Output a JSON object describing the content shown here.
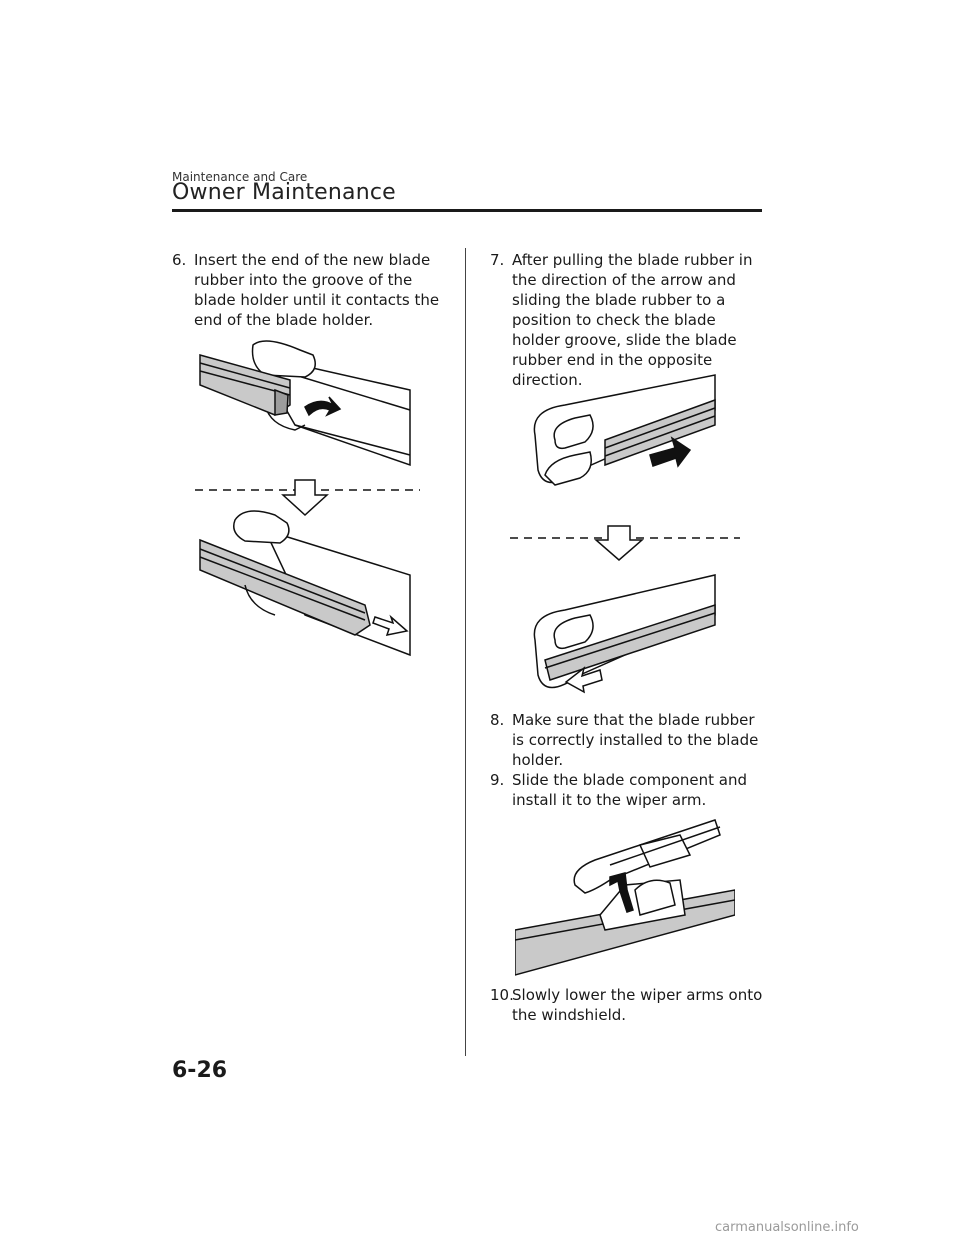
{
  "header": {
    "section": "Maintenance and Care",
    "title": "Owner Maintenance"
  },
  "steps": [
    {
      "num": "6.",
      "text": "Insert the end of the new blade rubber into the groove of the blade holder until it contacts the end of the blade holder."
    },
    {
      "num": "7.",
      "text": "After pulling the blade rubber in the direction of the arrow and sliding the blade rubber to a position to check the blade holder groove, slide the blade rubber end in the opposite direction."
    },
    {
      "num": "8.",
      "text": "Make sure that the blade rubber is correctly installed to the blade holder."
    },
    {
      "num": "9.",
      "text": "Slide the blade component and install it to the wiper arm."
    },
    {
      "num": "10.",
      "text": "Slowly lower the wiper arms onto the windshield."
    }
  ],
  "figures": [
    {
      "icon": "blade-rubber-insert-illustration"
    },
    {
      "icon": "blade-rubber-slide-illustration"
    },
    {
      "icon": "wiper-arm-install-illustration"
    }
  ],
  "page_number": "6-26",
  "footer": "carmanualsonline.info"
}
